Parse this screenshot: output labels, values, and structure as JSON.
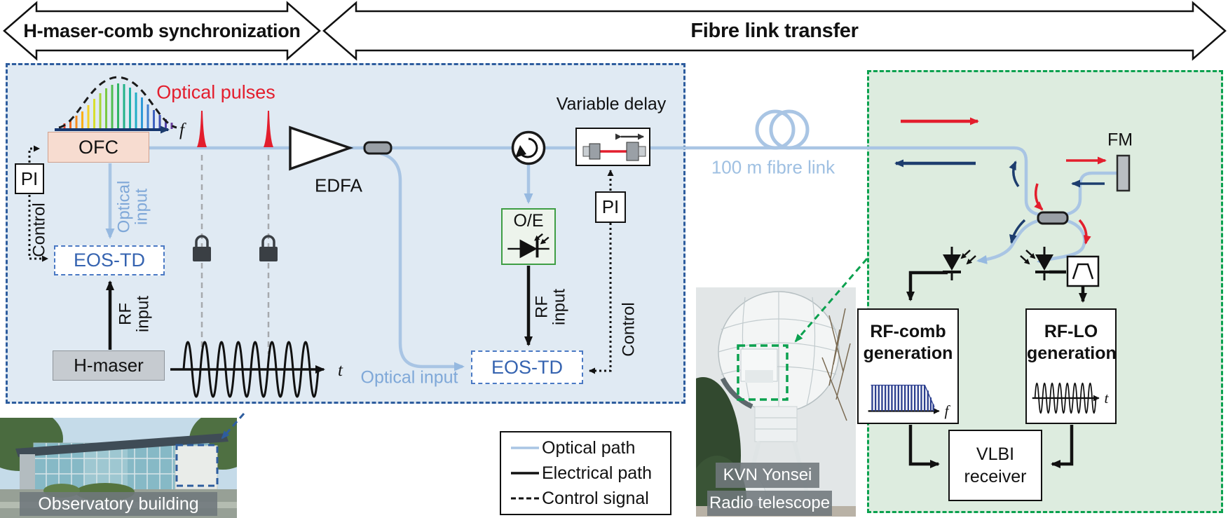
{
  "banners": {
    "left_label": "H-maser-comb synchronization",
    "right_label": "Fibre link transfer"
  },
  "colors": {
    "optical_path": "#a9c5e4",
    "electrical_path": "#111111",
    "red_accent": "#e31e2d",
    "navy_accent": "#1d3d6e",
    "blue_dashed_border": "#2e5d9e",
    "green_dashed_border": "#0ba14f",
    "blue_panel_bg": "#e0eaf3",
    "green_panel_bg": "#ddecdf",
    "ofc_fill": "#f7dcd0",
    "oe_border": "#3f9e44"
  },
  "sync": {
    "ofc_label": "OFC",
    "pi_label": "PI",
    "control_label": "Control",
    "eos_td_label": "EOS-TD",
    "optical_input": {
      "l1": "Optical",
      "l2": "input"
    },
    "rf_input": {
      "l1": "RF",
      "l2": "input"
    },
    "hmaser_label": "H-maser",
    "optical_pulses_label": "Optical pulses",
    "edfa_label": "EDFA",
    "freq_axis_label": "f",
    "time_axis_label": "t",
    "oe_label": "O/E",
    "variable_delay_label": "Variable delay",
    "pi2_label": "PI",
    "control2_label": "Control",
    "eos_td2_label": "EOS-TD",
    "optical_input2_label": "Optical input"
  },
  "link": {
    "fibre_label": "100 m fibre link"
  },
  "remote": {
    "fm_label": "FM",
    "rf_comb": {
      "l1": "RF-comb",
      "l2": "generation"
    },
    "rf_lo": {
      "l1": "RF-LO",
      "l2": "generation"
    },
    "vlbi": {
      "l1": "VLBI",
      "l2": "receiver"
    },
    "freq_axis_label": "f",
    "time_axis_label": "t"
  },
  "photos": {
    "observatory_label": "Observatory building",
    "telescope": {
      "l1": "KVN Yonsei",
      "l2": "Radio telescope"
    }
  },
  "legend": {
    "optical": "Optical path",
    "electrical": "Electrical path",
    "control": "Control signal"
  }
}
